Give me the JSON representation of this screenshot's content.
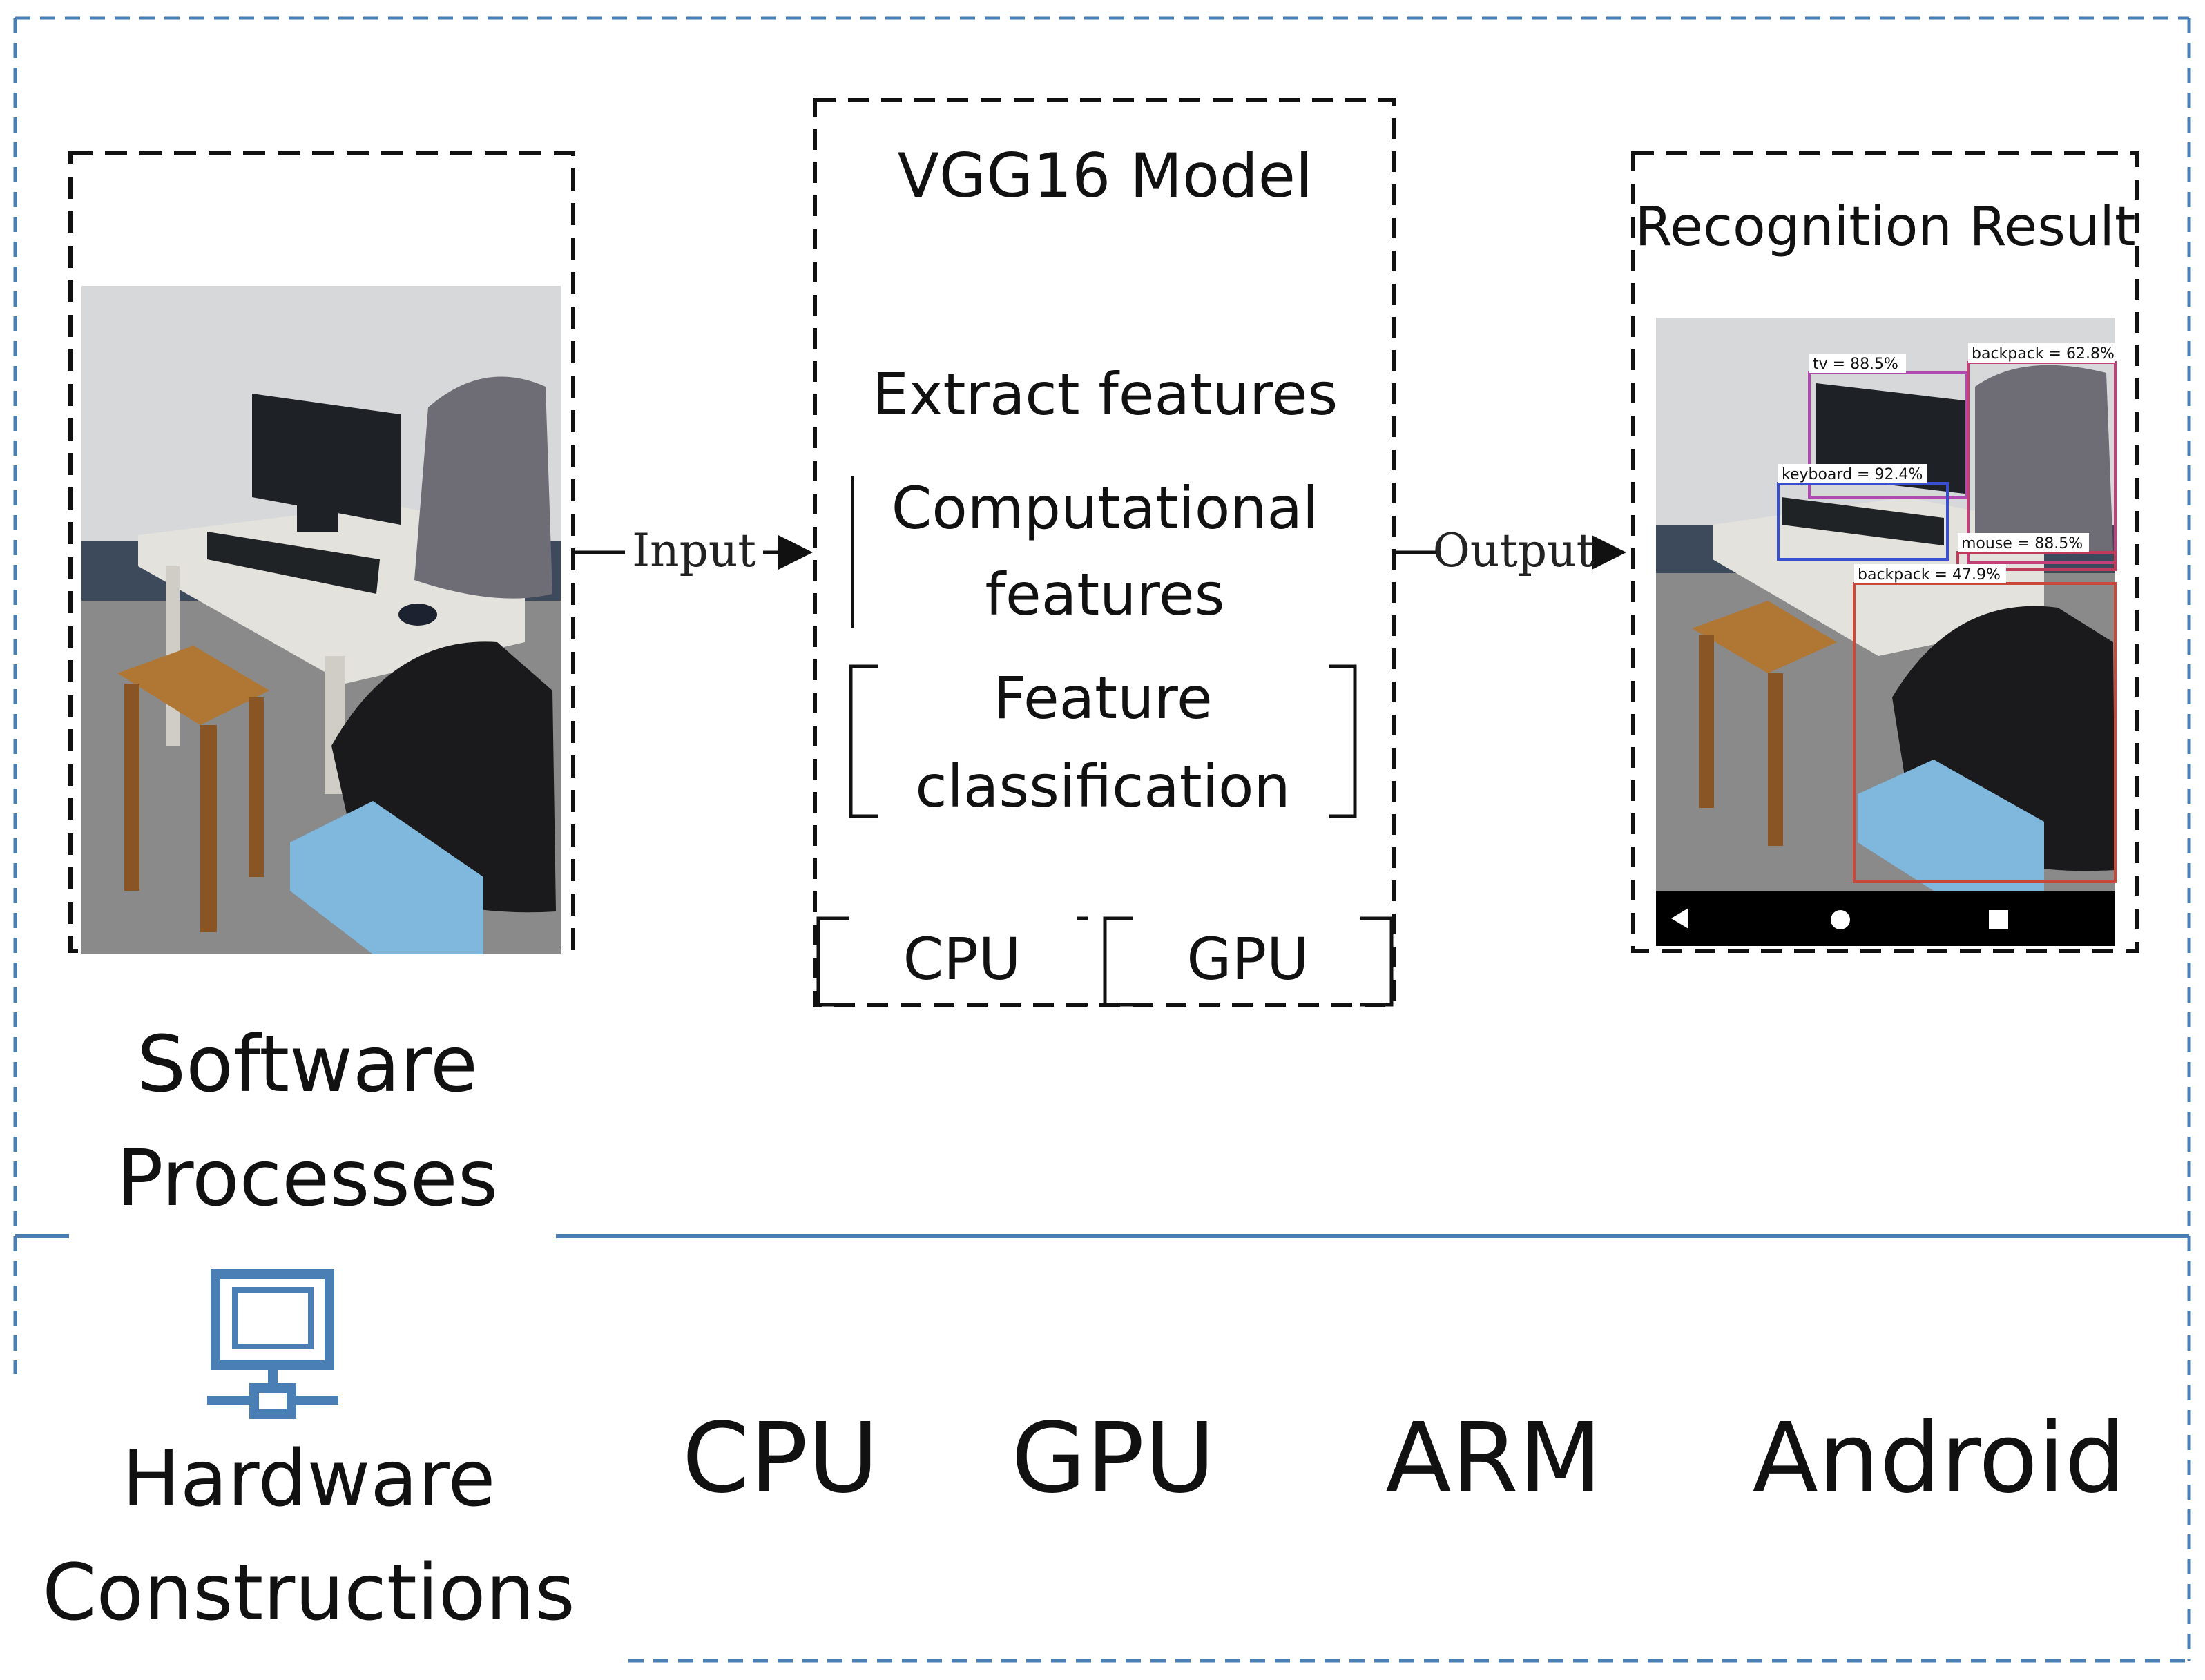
{
  "colors": {
    "frame": "#4a7fb5",
    "dash": "#111111",
    "icon": "#4a7fb5"
  },
  "model": {
    "title": "VGG16 Model",
    "step1": "Extract features",
    "step2_line1": "Computational",
    "step2_line2": "features",
    "step3_line1": "Feature",
    "step3_line2": "classification",
    "cpu": "CPU",
    "gpu": "GPU"
  },
  "arrows": {
    "input": "Input",
    "output": "Output"
  },
  "result": {
    "title": "Recognition Result",
    "detections": [
      {
        "label": "tv = 88.5%",
        "color": "#b04ab0"
      },
      {
        "label": "backpack = 62.8%",
        "color": "#c0407a"
      },
      {
        "label": "keyboard = 92.4%",
        "color": "#3a4fd0"
      },
      {
        "label": "mouse = 88.5%",
        "color": "#c03a5a"
      },
      {
        "label": "backpack = 47.9%",
        "color": "#c8483a"
      }
    ],
    "nav_icons": [
      "back-icon",
      "home-icon",
      "recents-icon"
    ]
  },
  "software": {
    "line1": "Software",
    "line2": "Processes"
  },
  "hardware": {
    "line1": "Hardware",
    "line2": "Constructions",
    "items": [
      "CPU",
      "GPU",
      "ARM",
      "Android"
    ],
    "icon": "computer-network-icon"
  }
}
